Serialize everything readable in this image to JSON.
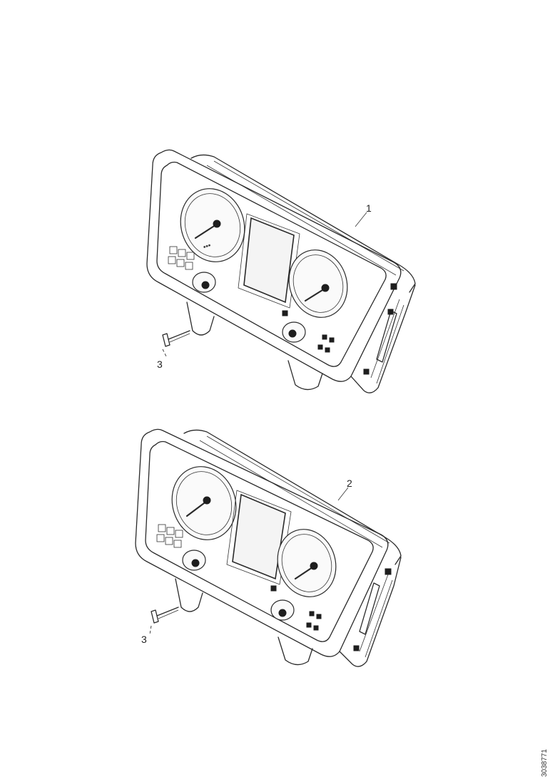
{
  "parts": [
    {
      "callout": "1",
      "screw_callout": "3"
    },
    {
      "callout": "2",
      "screw_callout": "3"
    }
  ],
  "reference_code": "3038771"
}
